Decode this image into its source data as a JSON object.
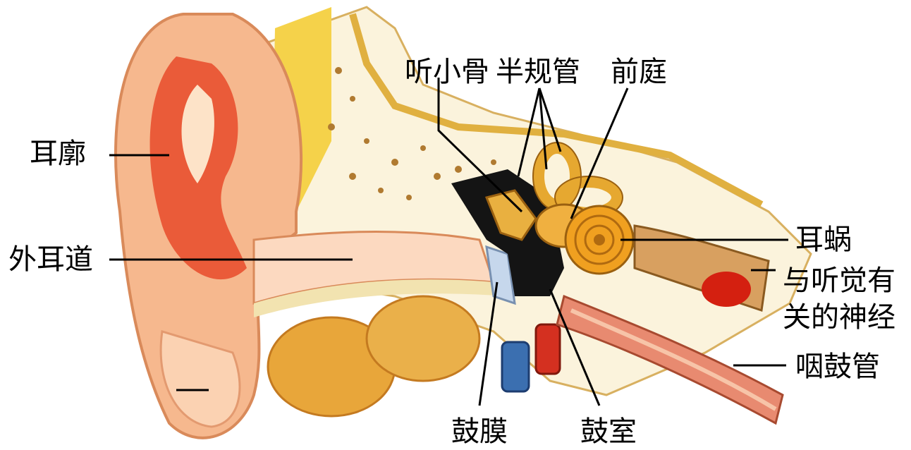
{
  "labels": {
    "auricle": "耳廓",
    "ear_canal": "外耳道",
    "ossicles": "听小骨",
    "semicircular_canals": "半规管",
    "vestibule": "前庭",
    "cochlea": "耳蜗",
    "nerve_line1": "与听觉有",
    "nerve_line2": "关的神经",
    "eustachian_tube": "咽鼓管",
    "eardrum": "鼓膜",
    "tympanic_cavity": "鼓室"
  },
  "colors": {
    "skin": "#f6b88e",
    "skin_light": "#fde3c8",
    "red": "#e0301e",
    "bone_yellow": "#f2c84a",
    "cochlea": "#f0a020",
    "blue_vessel": "#3b6fb0",
    "leader_line": "#000000"
  }
}
